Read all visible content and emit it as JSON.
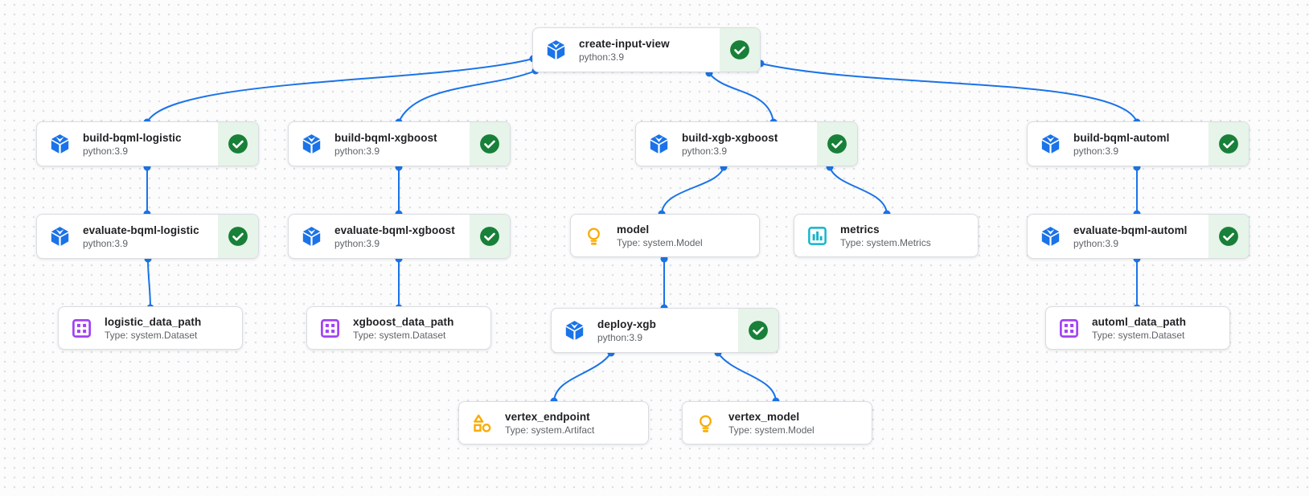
{
  "app": {
    "name": "pipeline-dag-canvas"
  },
  "colors": {
    "edge_blue": "#1a73e8",
    "component_blue": "#1a73e8",
    "success_green": "#188038",
    "success_background": "#e6f4ea",
    "dataset_purple": "#a142f4",
    "model_artifact_yellow": "#f9ab00",
    "metrics_cyan": "#12b5cb"
  },
  "nodes": [
    {
      "id": "create-input-view",
      "title": "create-input-view",
      "subtitle": "python:3.9",
      "kind": "execution",
      "icon": "component-cube-icon",
      "status": "succeeded"
    },
    {
      "id": "build-bqml-logistic",
      "title": "build-bqml-logistic",
      "subtitle": "python:3.9",
      "kind": "execution",
      "icon": "component-cube-icon",
      "status": "succeeded"
    },
    {
      "id": "build-bqml-xgboost",
      "title": "build-bqml-xgboost",
      "subtitle": "python:3.9",
      "kind": "execution",
      "icon": "component-cube-icon",
      "status": "succeeded"
    },
    {
      "id": "build-xgb-xgboost",
      "title": "build-xgb-xgboost",
      "subtitle": "python:3.9",
      "kind": "execution",
      "icon": "component-cube-icon",
      "status": "succeeded"
    },
    {
      "id": "build-bqml-automl",
      "title": "build-bqml-automl",
      "subtitle": "python:3.9",
      "kind": "execution",
      "icon": "component-cube-icon",
      "status": "succeeded"
    },
    {
      "id": "evaluate-bqml-logistic",
      "title": "evaluate-bqml-logistic",
      "subtitle": "python:3.9",
      "kind": "execution",
      "icon": "component-cube-icon",
      "status": "succeeded"
    },
    {
      "id": "evaluate-bqml-xgboost",
      "title": "evaluate-bqml-xgboost",
      "subtitle": "python:3.9",
      "kind": "execution",
      "icon": "component-cube-icon",
      "status": "succeeded"
    },
    {
      "id": "model",
      "title": "model",
      "subtitle": "Type: system.Model",
      "kind": "artifact",
      "icon": "lightbulb-icon"
    },
    {
      "id": "metrics",
      "title": "metrics",
      "subtitle": "Type: system.Metrics",
      "kind": "artifact",
      "icon": "metrics-chart-icon"
    },
    {
      "id": "evaluate-bqml-automl",
      "title": "evaluate-bqml-automl",
      "subtitle": "python:3.9",
      "kind": "execution",
      "icon": "component-cube-icon",
      "status": "succeeded"
    },
    {
      "id": "logistic_data_path",
      "title": "logistic_data_path",
      "subtitle": "Type: system.Dataset",
      "kind": "artifact",
      "icon": "dataset-grid-icon"
    },
    {
      "id": "xgboost_data_path",
      "title": "xgboost_data_path",
      "subtitle": "Type: system.Dataset",
      "kind": "artifact",
      "icon": "dataset-grid-icon"
    },
    {
      "id": "deploy-xgb",
      "title": "deploy-xgb",
      "subtitle": "python:3.9",
      "kind": "execution",
      "icon": "component-cube-icon",
      "status": "succeeded"
    },
    {
      "id": "automl_data_path",
      "title": "automl_data_path",
      "subtitle": "Type: system.Dataset",
      "kind": "artifact",
      "icon": "dataset-grid-icon"
    },
    {
      "id": "vertex_endpoint",
      "title": "vertex_endpoint",
      "subtitle": "Type: system.Artifact",
      "kind": "artifact",
      "icon": "artifact-shapes-icon"
    },
    {
      "id": "vertex_model",
      "title": "vertex_model",
      "subtitle": "Type: system.Model",
      "kind": "artifact",
      "icon": "lightbulb-icon"
    }
  ],
  "edges": [
    {
      "from": "create-input-view",
      "to": "build-bqml-logistic"
    },
    {
      "from": "create-input-view",
      "to": "build-bqml-xgboost"
    },
    {
      "from": "create-input-view",
      "to": "build-xgb-xgboost"
    },
    {
      "from": "create-input-view",
      "to": "build-bqml-automl"
    },
    {
      "from": "build-bqml-logistic",
      "to": "evaluate-bqml-logistic"
    },
    {
      "from": "build-bqml-xgboost",
      "to": "evaluate-bqml-xgboost"
    },
    {
      "from": "build-xgb-xgboost",
      "to": "model"
    },
    {
      "from": "build-xgb-xgboost",
      "to": "metrics"
    },
    {
      "from": "build-bqml-automl",
      "to": "evaluate-bqml-automl"
    },
    {
      "from": "evaluate-bqml-logistic",
      "to": "logistic_data_path"
    },
    {
      "from": "evaluate-bqml-xgboost",
      "to": "xgboost_data_path"
    },
    {
      "from": "evaluate-bqml-automl",
      "to": "automl_data_path"
    },
    {
      "from": "model",
      "to": "deploy-xgb"
    },
    {
      "from": "deploy-xgb",
      "to": "vertex_endpoint"
    },
    {
      "from": "deploy-xgb",
      "to": "vertex_model"
    }
  ]
}
